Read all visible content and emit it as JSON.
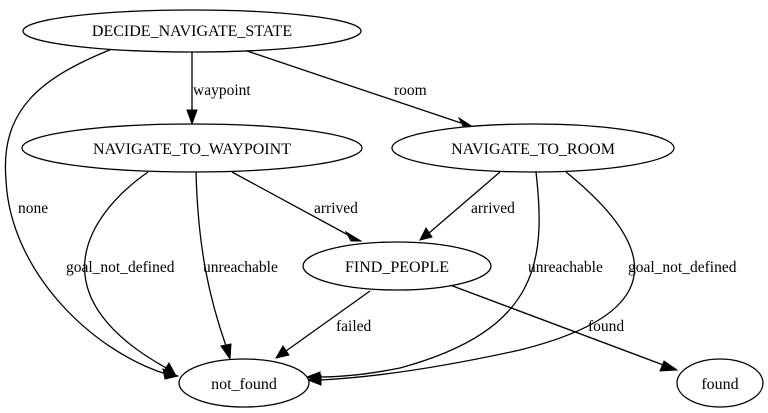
{
  "diagram": {
    "nodes": {
      "decide_navigate_state": "DECIDE_NAVIGATE_STATE",
      "navigate_to_waypoint": "NAVIGATE_TO_WAYPOINT",
      "navigate_to_room": "NAVIGATE_TO_ROOM",
      "find_people": "FIND_PEOPLE",
      "not_found": "not_found",
      "found": "found"
    },
    "edges": {
      "decide_to_waypoint": "waypoint",
      "decide_to_room": "room",
      "decide_to_not_found": "none",
      "waypoint_to_find_people": "arrived",
      "waypoint_goal_not_defined": "goal_not_defined",
      "waypoint_unreachable": "unreachable",
      "room_to_find_people": "arrived",
      "room_unreachable": "unreachable",
      "room_goal_not_defined": "goal_not_defined",
      "find_people_failed": "failed",
      "find_people_found": "found"
    }
  }
}
